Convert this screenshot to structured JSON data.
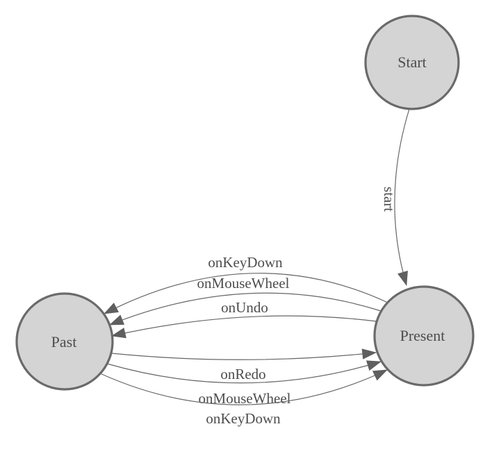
{
  "diagram": {
    "type": "state-machine",
    "background": "#ffffff",
    "colors": {
      "node_fill": "#d4d4d4",
      "node_border": "#6a6a6a",
      "edge_line": "#666666",
      "arrowhead": "#5f5f5f",
      "label_text": "#4d4d4d"
    },
    "nodes": [
      {
        "id": "start",
        "label": "Start"
      },
      {
        "id": "past",
        "label": "Past"
      },
      {
        "id": "present",
        "label": "Present"
      }
    ],
    "edges": [
      {
        "from": "start",
        "to": "present",
        "label": "start"
      },
      {
        "from": "present",
        "to": "past",
        "label": "onKeyDown"
      },
      {
        "from": "present",
        "to": "past",
        "label": "onMouseWheel"
      },
      {
        "from": "present",
        "to": "past",
        "label": "onUndo"
      },
      {
        "from": "past",
        "to": "present",
        "label": "onRedo"
      },
      {
        "from": "past",
        "to": "present",
        "label": "onMouseWheel"
      },
      {
        "from": "past",
        "to": "present",
        "label": "onKeyDown"
      }
    ]
  }
}
